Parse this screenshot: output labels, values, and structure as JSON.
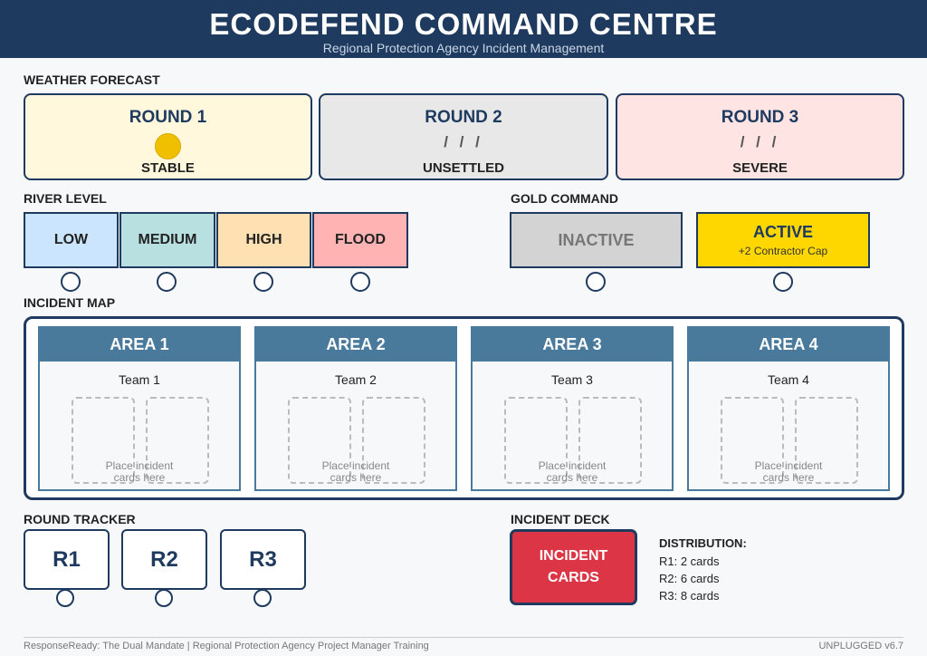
{
  "header": {
    "title": "ECODEFEND COMMAND CENTRE",
    "subtitle": "Regional Protection Agency Incident Management"
  },
  "weather": {
    "label": "WEATHER FORECAST",
    "rounds": [
      {
        "round": "ROUND 1",
        "icon": "sun-icon",
        "status": "STABLE",
        "color": "#fff8dc"
      },
      {
        "round": "ROUND 2",
        "icon": "/ / /",
        "status": "UNSETTLED",
        "color": "#e8e8e8"
      },
      {
        "round": "ROUND 3",
        "icon": "/ / /",
        "status": "SEVERE",
        "color": "#ffe4e4"
      }
    ]
  },
  "river": {
    "label": "RIVER LEVEL",
    "levels": [
      {
        "name": "LOW",
        "color": "#cce5ff"
      },
      {
        "name": "MEDIUM",
        "color": "#b8e0e0"
      },
      {
        "name": "HIGH",
        "color": "#ffe0b3"
      },
      {
        "name": "FLOOD",
        "color": "#ffb3b3"
      }
    ]
  },
  "gold": {
    "label": "GOLD COMMAND",
    "inactive": "INACTIVE",
    "active": "ACTIVE",
    "active_note": "+2 Contractor Cap"
  },
  "map": {
    "label": "INCIDENT MAP",
    "areas": [
      {
        "name": "AREA 1",
        "team": "Team 1",
        "placeholder": "Place incident cards here"
      },
      {
        "name": "AREA 2",
        "team": "Team 2",
        "placeholder": "Place incident cards here"
      },
      {
        "name": "AREA 3",
        "team": "Team 3",
        "placeholder": "Place incident cards here"
      },
      {
        "name": "AREA 4",
        "team": "Team 4",
        "placeholder": "Place incident cards here"
      }
    ]
  },
  "tracker": {
    "label": "ROUND TRACKER",
    "rounds": [
      "R1",
      "R2",
      "R3"
    ]
  },
  "deck": {
    "label": "INCIDENT DECK",
    "line1": "INCIDENT",
    "line2": "CARDS",
    "dist_title": "DISTRIBUTION:",
    "dist": [
      "R1: 2 cards",
      "R2: 6 cards",
      "R3: 8 cards"
    ]
  },
  "footer": {
    "left": "ResponseReady: The Dual Mandate | Regional Protection Agency Project Manager Training",
    "right": "UNPLUGGED v6.7"
  }
}
